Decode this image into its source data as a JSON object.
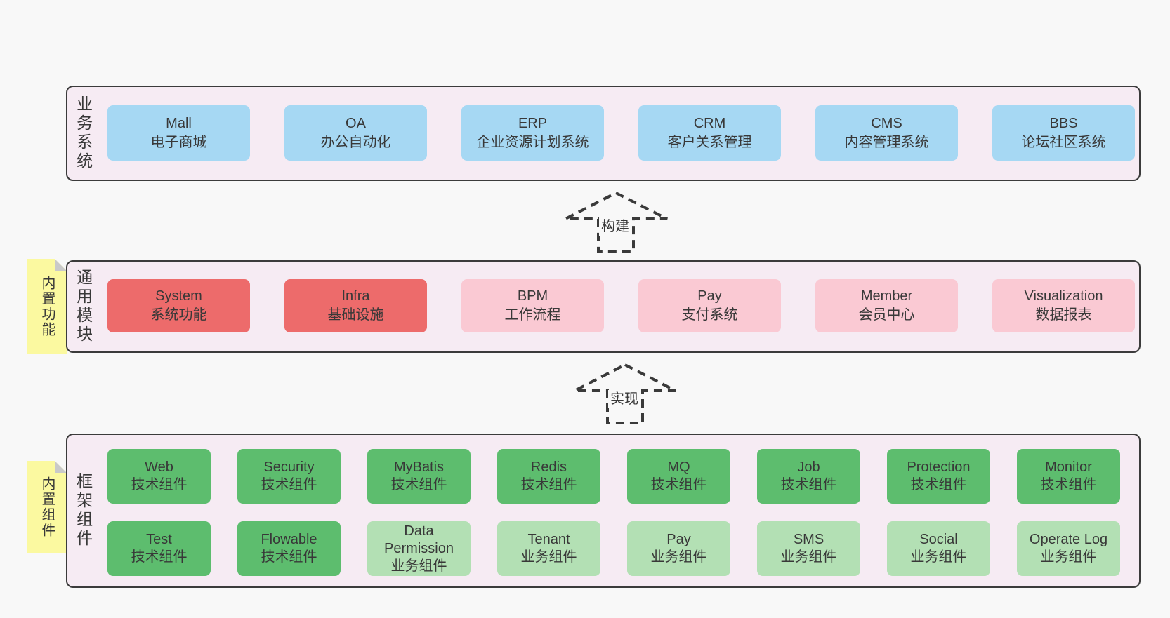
{
  "colors": {
    "page_bg": "#f8f8f8",
    "panel_bg": "#f6ebf3",
    "panel_border": "#3b3b3b",
    "blue_box": "#a6d8f3",
    "red_box": "#ed6b6b",
    "pink_box": "#fac9d3",
    "green_box": "#5dbd6e",
    "light_green_box": "#b3e0b4",
    "sticky_yellow": "#fbf9a0",
    "sticky_fold_gray": "#c9c9c9",
    "text": "#383838"
  },
  "layers": [
    {
      "side_label": "业务系统",
      "boxes": [
        {
          "title": "Mall",
          "subtitle": "电子商城"
        },
        {
          "title": "OA",
          "subtitle": "办公自动化"
        },
        {
          "title": "ERP",
          "subtitle": "企业资源计划系统"
        },
        {
          "title": "CRM",
          "subtitle": "客户关系管理"
        },
        {
          "title": "CMS",
          "subtitle": "内容管理系统"
        },
        {
          "title": "BBS",
          "subtitle": "论坛社区系统"
        }
      ]
    },
    {
      "side_label": "通用模块",
      "sticky_label": "内置功能",
      "boxes": [
        {
          "title": "System",
          "subtitle": "系统功能"
        },
        {
          "title": "Infra",
          "subtitle": "基础设施"
        },
        {
          "title": "BPM",
          "subtitle": "工作流程"
        },
        {
          "title": "Pay",
          "subtitle": "支付系统"
        },
        {
          "title": "Member",
          "subtitle": "会员中心"
        },
        {
          "title": "Visualization",
          "subtitle": "数据报表"
        }
      ]
    },
    {
      "side_label": "框架组件",
      "sticky_label": "内置组件",
      "rows": [
        [
          {
            "title": "Web",
            "subtitle": "技术组件"
          },
          {
            "title": "Security",
            "subtitle": "技术组件"
          },
          {
            "title": "MyBatis",
            "subtitle": "技术组件"
          },
          {
            "title": "Redis",
            "subtitle": "技术组件"
          },
          {
            "title": "MQ",
            "subtitle": "技术组件"
          },
          {
            "title": "Job",
            "subtitle": "技术组件"
          },
          {
            "title": "Protection",
            "subtitle": "技术组件"
          },
          {
            "title": "Monitor",
            "subtitle": "技术组件"
          }
        ],
        [
          {
            "title": "Test",
            "subtitle": "技术组件"
          },
          {
            "title": "Flowable",
            "subtitle": "技术组件"
          },
          {
            "title": "Data Permission",
            "subtitle": "业务组件"
          },
          {
            "title": "Tenant",
            "subtitle": "业务组件"
          },
          {
            "title": "Pay",
            "subtitle": "业务组件"
          },
          {
            "title": "SMS",
            "subtitle": "业务组件"
          },
          {
            "title": "Social",
            "subtitle": "业务组件"
          },
          {
            "title": "Operate Log",
            "subtitle": "业务组件"
          }
        ]
      ]
    }
  ],
  "arrows": [
    {
      "label": "构建"
    },
    {
      "label": "实现"
    }
  ]
}
